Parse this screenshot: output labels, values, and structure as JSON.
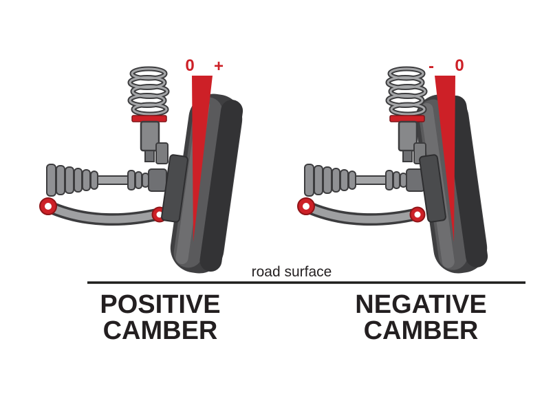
{
  "diagram": {
    "figures": {
      "positive": {
        "title_line1": "POSITIVE",
        "title_line2": "CAMBER",
        "zero_label": "0",
        "sign_label": "+"
      },
      "negative": {
        "title_line1": "NEGATIVE",
        "title_line2": "CAMBER",
        "zero_label": "0",
        "sign_label": "-"
      }
    },
    "road_label": "road surface",
    "colors": {
      "accent_red": "#cd2027",
      "accent_red_dark": "#8f1417",
      "text_dark": "#231f20"
    }
  }
}
